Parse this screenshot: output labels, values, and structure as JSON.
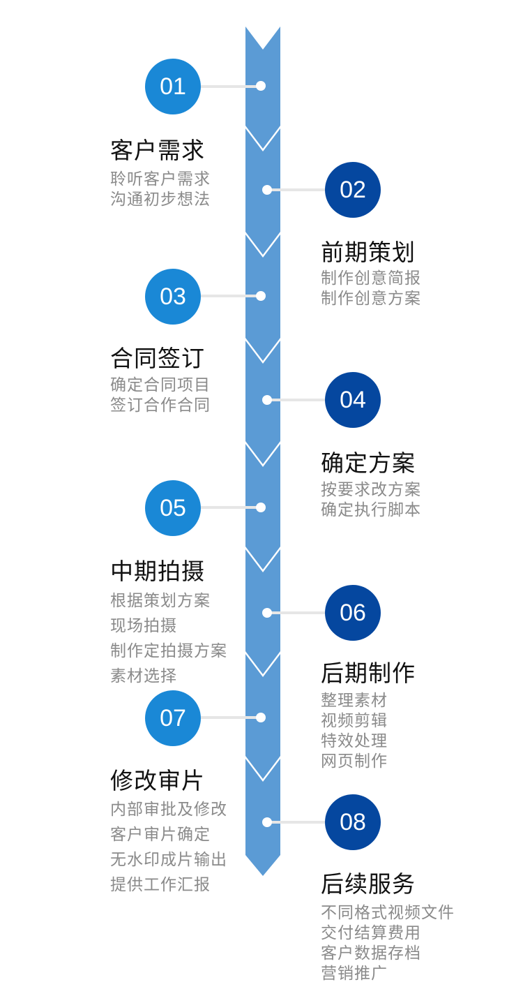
{
  "colors": {
    "spine": "#5b9bd5",
    "badge_odd": "#1a88d6",
    "badge_even": "#05479f",
    "title": "#111111",
    "detail": "#8a8a8a",
    "connector": "#e6e6e6"
  },
  "steps": [
    {
      "number": "01",
      "title": "客户需求",
      "lines": [
        "聆听客户需求",
        "沟通初步想法"
      ]
    },
    {
      "number": "02",
      "title": "前期策划",
      "lines": [
        "制作创意简报",
        "制作创意方案"
      ]
    },
    {
      "number": "03",
      "title": "合同签订",
      "lines": [
        "确定合同项目",
        "签订合作合同"
      ]
    },
    {
      "number": "04",
      "title": "确定方案",
      "lines": [
        "按要求改方案",
        "确定执行脚本"
      ]
    },
    {
      "number": "05",
      "title": "中期拍摄",
      "lines": [
        "根据策划方案",
        "现场拍摄",
        "制作定拍摄方案",
        "素材选择"
      ]
    },
    {
      "number": "06",
      "title": "后期制作",
      "lines": [
        "整理素材",
        "视频剪辑",
        "特效处理",
        "网页制作"
      ]
    },
    {
      "number": "07",
      "title": "修改审片",
      "lines": [
        "内部审批及修改",
        "客户审片确定",
        "无水印成片输出",
        "提供工作汇报"
      ]
    },
    {
      "number": "08",
      "title": "后续服务",
      "lines": [
        "不同格式视频文件",
        "交付结算费用",
        "客户数据存档",
        "营销推广"
      ]
    }
  ]
}
